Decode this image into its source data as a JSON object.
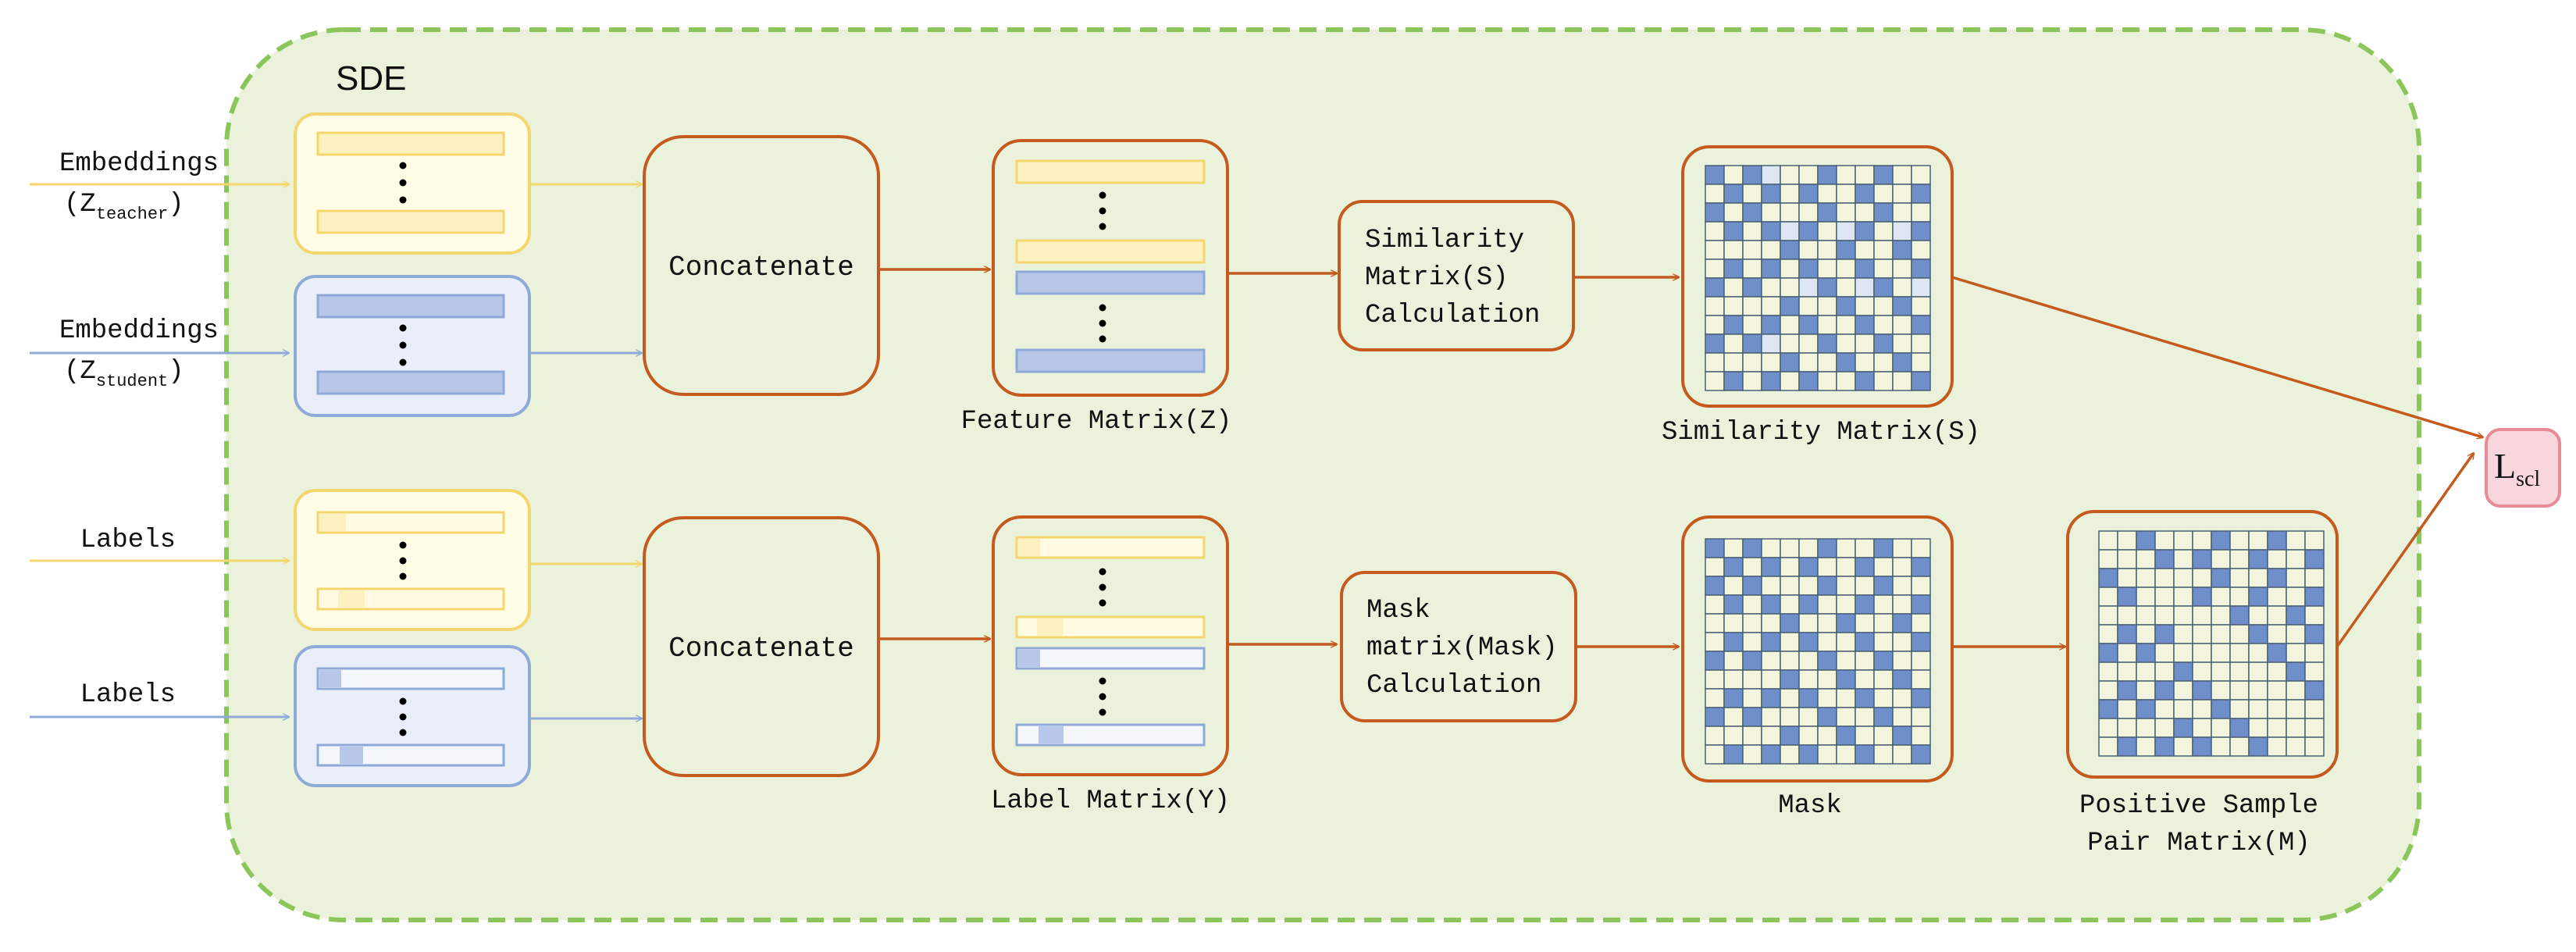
{
  "module_title": "SDE",
  "inputs": {
    "teacher_embeddings": {
      "line1": "Embeddings",
      "paren_open": "(Z",
      "subscript": "teacher",
      "paren_close": ")"
    },
    "student_embeddings": {
      "line1": "Embeddings",
      "paren_open": "(Z",
      "subscript": "student",
      "paren_close": ")"
    },
    "teacher_labels": "Labels",
    "student_labels": "Labels"
  },
  "blocks": {
    "concatenate_top": "Concatenate",
    "concatenate_bottom": "Concatenate",
    "similarity_calc": [
      "Similarity",
      "Matrix(S)",
      "Calculation"
    ],
    "mask_calc": [
      "Mask",
      "matrix(Mask)",
      "Calculation"
    ]
  },
  "captions": {
    "feature_matrix": "Feature Matrix(Z)",
    "label_matrix": "Label Matrix(Y)",
    "similarity_matrix": "Similarity Matrix(S)",
    "mask": "Mask",
    "positive_pair_line1": "Positive Sample",
    "positive_pair_line2": "Pair Matrix(M)"
  },
  "loss": {
    "symbol": "L",
    "subscript": "scl"
  },
  "colors": {
    "background_panel": "#eaf2dc",
    "panel_border": "#8cc65b",
    "orange": "#c55a1e",
    "yellow_stroke": "#f5d66e",
    "yellow_fill": "#fdf1c2",
    "blue_stroke": "#8fa9d8",
    "blue_fill": "#b6c7ea",
    "matrix_cell": "#f3f6dc",
    "matrix_dark": "#6e8fc9",
    "matrix_light": "#dde6f2",
    "loss_fill": "#f8d7dc",
    "loss_stroke": "#e88a99"
  }
}
